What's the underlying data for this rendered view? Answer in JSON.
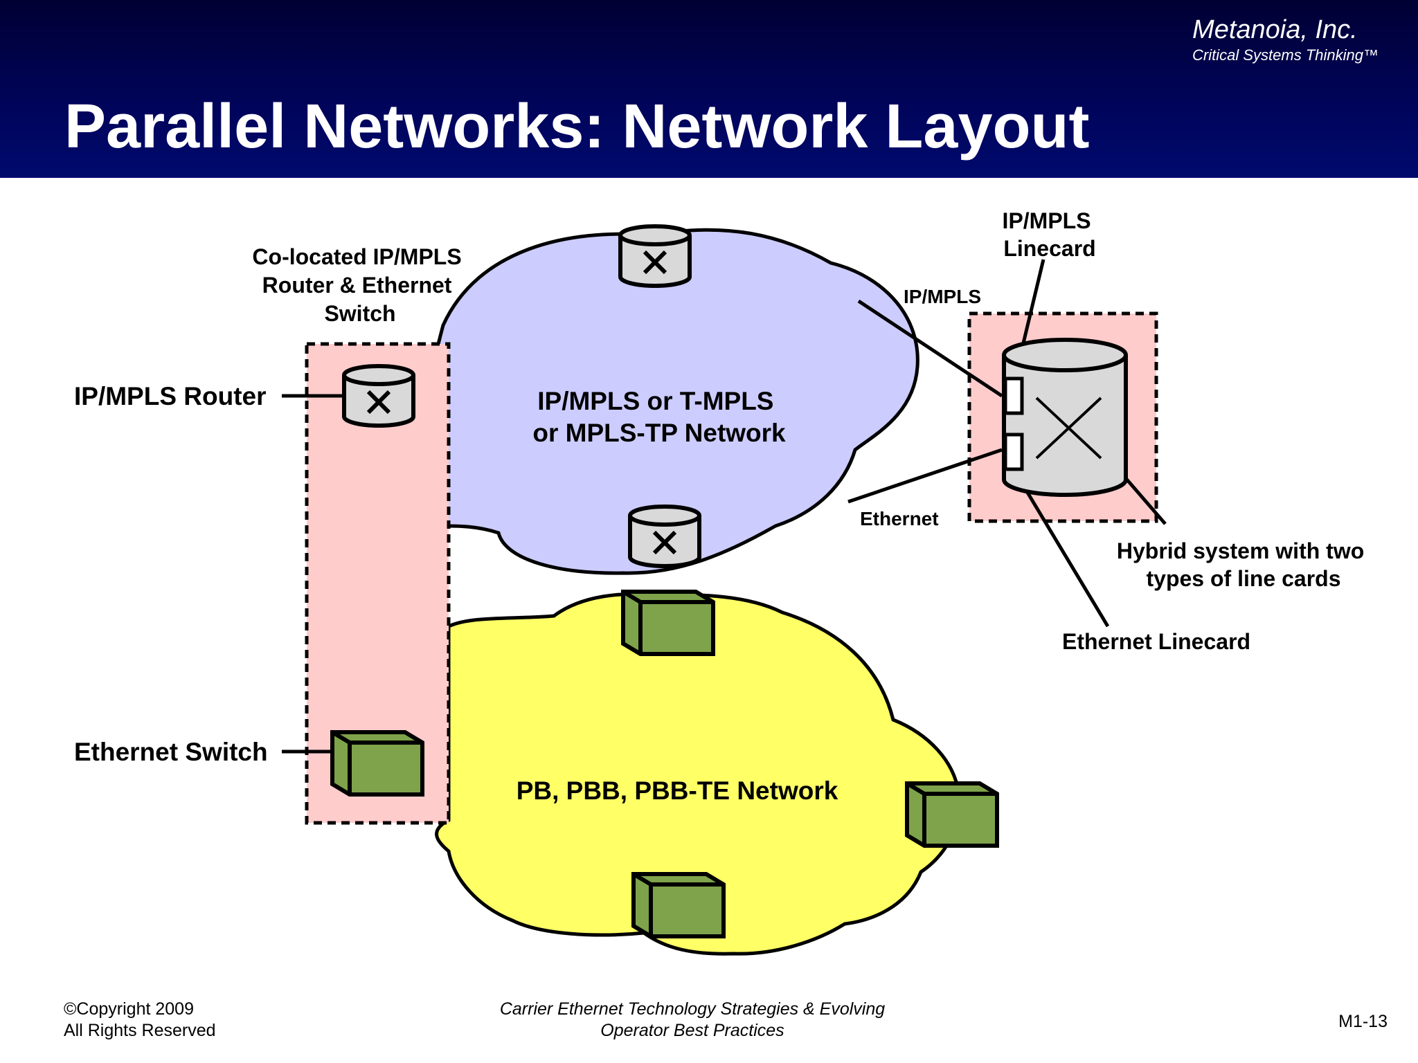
{
  "header": {
    "company_name": "Metanoia, Inc.",
    "company_tagline": "Critical Systems Thinking™",
    "title": "Parallel Networks: Network Layout"
  },
  "diagram": {
    "mpls_network": [
      "IP/MPLS or T-MPLS",
      "or MPLS-TP Network"
    ],
    "ethernet_network": "PB, PBB, PBB-TE Network",
    "colocated_label": [
      "Co-located IP/MPLS",
      "Router & Ethernet",
      "Switch"
    ],
    "router_label": "IP/MPLS Router",
    "switch_label": "Ethernet Switch",
    "ipmpls_link": "IP/MPLS",
    "ethernet_link": "Ethernet",
    "ipmpls_linecard": [
      "IP/MPLS",
      "Linecard"
    ],
    "hybrid_label": [
      "Hybrid system with two",
      "types of line cards"
    ],
    "ethernet_linecard": "Ethernet Linecard"
  },
  "colors": {
    "header_bg": "#000a6e",
    "mpls_cloud": "#ccccff",
    "ethernet_cloud": "#ffff66",
    "colocation_box": "#ffcccc",
    "switch_green": "#7fa34a",
    "router_gray": "#d9d9d9"
  },
  "icons": {
    "router": "router-cylinder-icon",
    "switch": "switch-cube-icon"
  },
  "footer": {
    "copyright": [
      "©Copyright  2009",
      "All Rights Reserved"
    ],
    "course": [
      "Carrier Ethernet Technology Strategies & Evolving",
      "Operator Best Practices"
    ],
    "slide_number": "M1-13"
  }
}
